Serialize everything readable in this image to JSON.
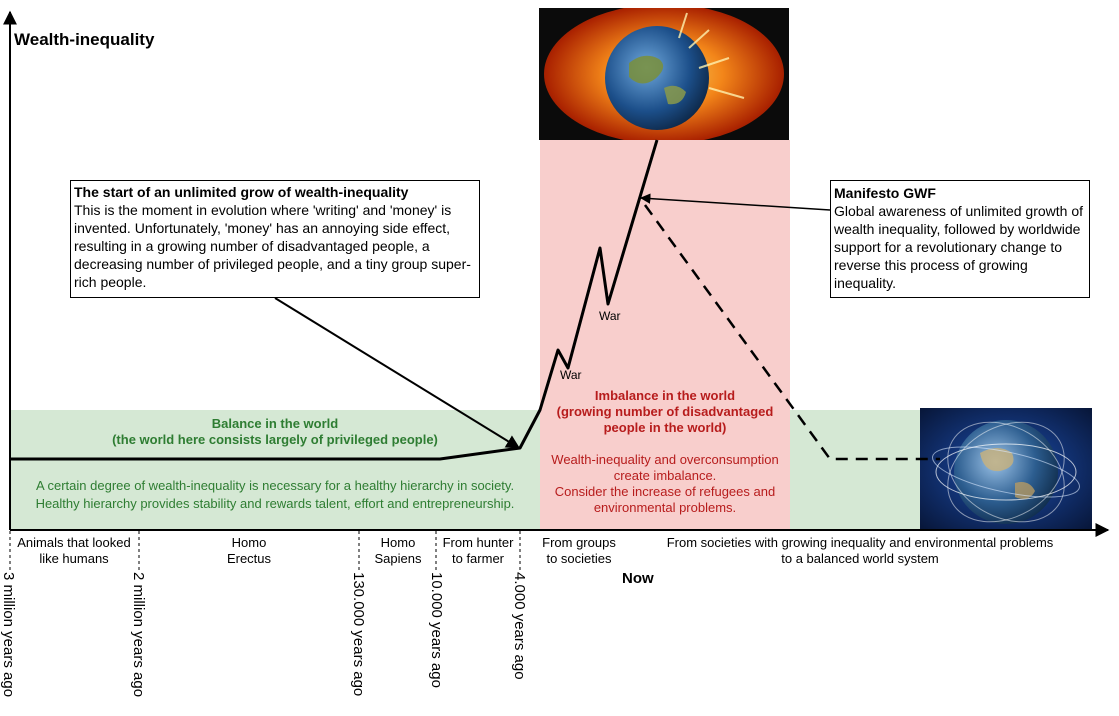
{
  "y_axis_label": "Wealth-inequality",
  "colors": {
    "balance_band": "#d5e8d4",
    "imbalance_band": "#f8cecc",
    "balance_text": "#2e7d32",
    "imbalance_text": "#b71c1c"
  },
  "balance": {
    "title_line1": "Balance in the world",
    "title_line2": "(the world here consists largely of privileged people)",
    "text_line1": "A certain degree of wealth-inequality is necessary for a healthy hierarchy in society.",
    "text_line2": "Healthy hierarchy provides stability and rewards talent, effort and entrepreneurship."
  },
  "imbalance": {
    "title_line1": "Imbalance in the world",
    "title_line2": "(growing number of disadvantaged",
    "title_line3": "people in the world)",
    "text_line1": "Wealth-inequality and overconsumption",
    "text_line2": "create imbalance.",
    "text_line3": "Consider the increase of refugees and",
    "text_line4": "environmental problems."
  },
  "callout_start": {
    "title": "The start of an unlimited grow of wealth-inequality",
    "body": "This is the moment in evolution where 'writing' and 'money' is invented. Unfortunately, 'money' has an annoying side effect, resulting in a growing number of disadvantaged people, a decreasing number of privileged people, and a tiny group super-rich people."
  },
  "callout_manifesto": {
    "title": "Manifesto GWF",
    "body": "Global awareness of unlimited growth of wealth inequality, followed by worldwide support for a revolutionary change to reverse this process of growing inequality."
  },
  "war_labels": [
    "War",
    "War"
  ],
  "eras": [
    {
      "line1": "Animals that looked",
      "line2": "like humans"
    },
    {
      "line1": "Homo",
      "line2": "Erectus"
    },
    {
      "line1": "Homo",
      "line2": "Sapiens"
    },
    {
      "line1": "From hunter",
      "line2": "to farmer"
    },
    {
      "line1": "From groups",
      "line2": "to societies"
    },
    {
      "line1": "From societies with growing inequality and environmental problems",
      "line2": "to a balanced world system"
    }
  ],
  "time_markers": [
    "3 million years ago",
    "2 million years ago",
    "130.000 years ago",
    "10.000 years ago",
    "4.000 years ago"
  ],
  "now_label": "Now",
  "images": {
    "top": "burning-earth-image",
    "right": "connected-earth-image"
  }
}
